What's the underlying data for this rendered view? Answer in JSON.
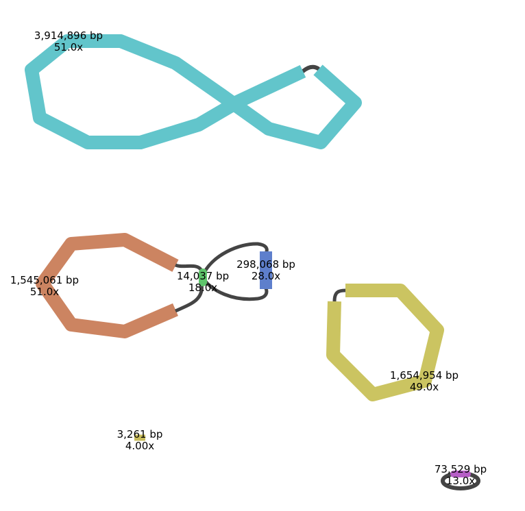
{
  "graph": {
    "contigs": [
      {
        "id": "contig-1",
        "length": "3,914,896 bp",
        "depth": "51.0x",
        "color": "#62c5cb"
      },
      {
        "id": "contig-2",
        "length": "1,545,061 bp",
        "depth": "51.0x",
        "color": "#cc8461"
      },
      {
        "id": "contig-3",
        "length": "14,037 bp",
        "depth": "18.0x",
        "color": "#5ec46b"
      },
      {
        "id": "contig-4",
        "length": "298,068 bp",
        "depth": "28.0x",
        "color": "#5e7fcc"
      },
      {
        "id": "contig-5",
        "length": "1,654,954 bp",
        "depth": "49.0x",
        "color": "#cbc461"
      },
      {
        "id": "contig-6",
        "length": "3,261 bp",
        "depth": "4.00x",
        "color": "#c8bc5c"
      },
      {
        "id": "contig-7",
        "length": "73,529 bp",
        "depth": "13.0x",
        "color": "#b65ec6"
      }
    ],
    "link_color": "#444444"
  }
}
